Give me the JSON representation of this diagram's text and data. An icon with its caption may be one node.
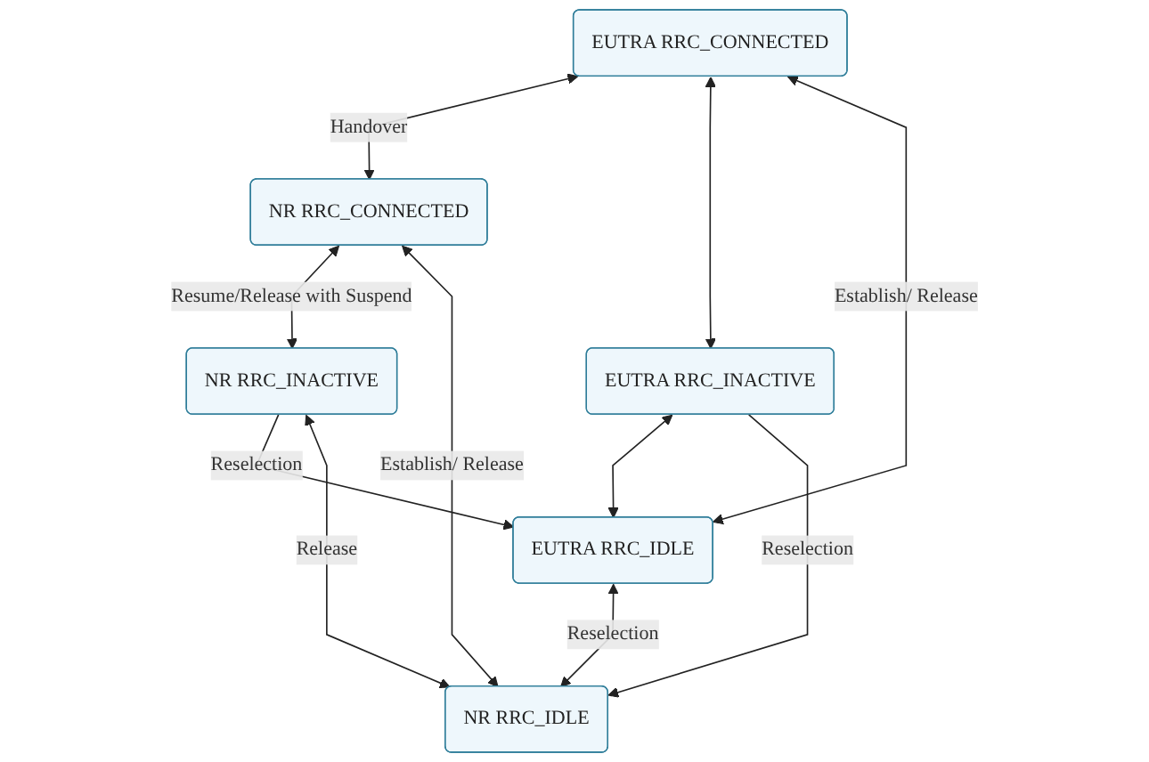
{
  "diagram": {
    "nodes": [
      {
        "text": [
          "EUTRA RRC_CONNECTED"
        ]
      },
      {
        "text": [
          "NR RRC_CONNECTED"
        ]
      },
      {
        "text": [
          "EUTRA RRC_INACTIVE"
        ]
      },
      {
        "text": [
          "NR RRC_INACTIVE"
        ]
      },
      {
        "text": [
          "EUTRA RRC_IDLE"
        ]
      },
      {
        "text": [
          "NR RRC_IDLE"
        ]
      }
    ],
    "edges": [
      {
        "from": 0,
        "to": 1,
        "arrow": "both",
        "label": "Handover"
      },
      {
        "from": 0,
        "to": 2,
        "arrow": "both"
      },
      {
        "from": 1,
        "to": 3,
        "arrow": "both",
        "label": "Resume/Release with Suspend"
      },
      {
        "from": 0,
        "to": 4,
        "arrow": "both",
        "label": "Establish/ Release"
      },
      {
        "from": 1,
        "to": 5,
        "arrow": "both",
        "label": "Establish/ Release"
      },
      {
        "from": 2,
        "to": 4,
        "arrow": "both"
      },
      {
        "from": 3,
        "to": 4,
        "arrow": "to",
        "label": "Reselection"
      },
      {
        "from": 2,
        "to": 5,
        "arrow": "to",
        "label": "Reselection"
      },
      {
        "from": 3,
        "to": 5,
        "arrow": "both",
        "label": "Release"
      },
      {
        "from": 4,
        "to": 5,
        "arrow": "both",
        "label": "Reselection"
      }
    ]
  }
}
